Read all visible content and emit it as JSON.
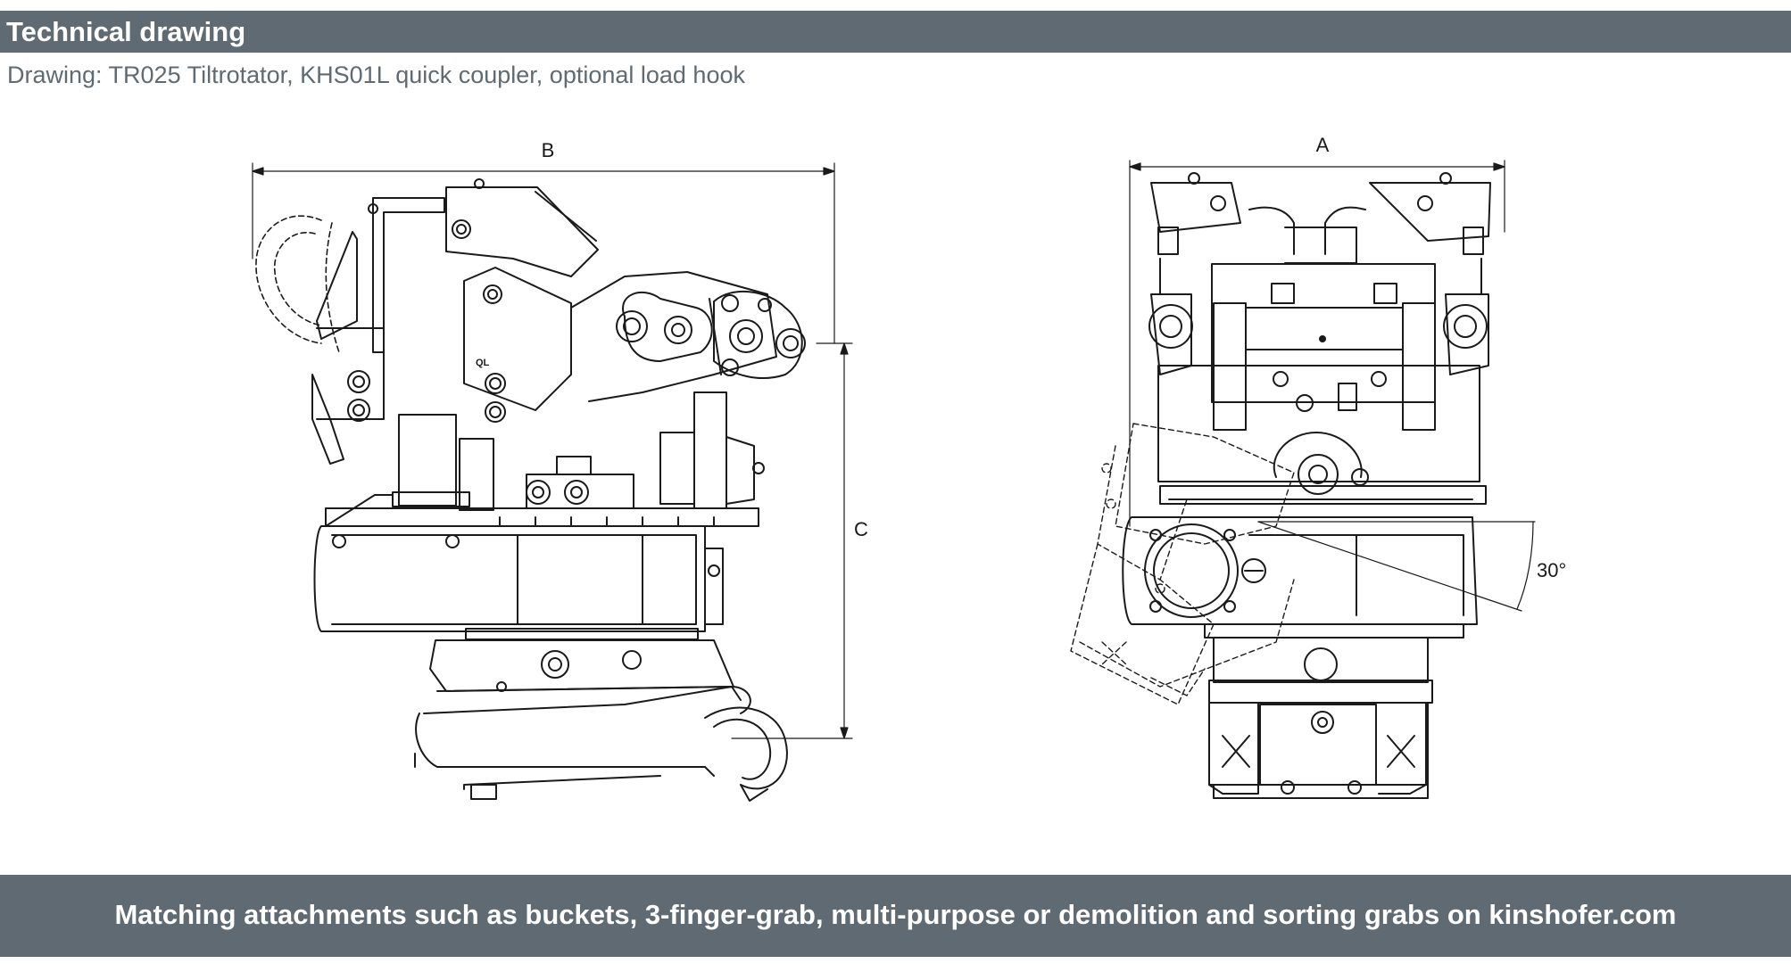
{
  "header": {
    "title": "Technical drawing",
    "subtitle": "Drawing: TR025 Tiltrotator, KHS01L quick coupler, optional load hook"
  },
  "drawing": {
    "side_view": {
      "dimension_b": "B",
      "dimension_c": "C",
      "plate_marking": "QL"
    },
    "front_view": {
      "dimension_a": "A",
      "tilt_angle": "30°"
    }
  },
  "footer": {
    "text": "Matching attachments such as buckets, 3-finger-grab, multi-purpose or demolition and sorting grabs on kinshofer.com"
  },
  "colors": {
    "bar": "#5f6a72",
    "line": "#1a1a1a",
    "bar_text": "#ffffff"
  }
}
